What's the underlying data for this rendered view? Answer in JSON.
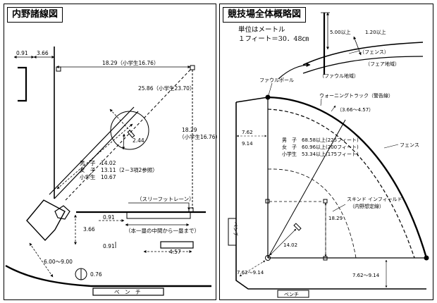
{
  "panels": {
    "left": {
      "title": "内野諸線図",
      "labels": {
        "d_091_top": "0.91",
        "d_366_top": "3.66",
        "d_1829_top": "18.29（小学生16.76）",
        "d_2586": "25.86（小学生23.70）",
        "d_1829_right": "18.29",
        "d_1829_right_sub": "（小学生16.76）",
        "d_244": "2.44",
        "pitch_male": "男　子　14.02",
        "pitch_female": "女　子　13.11（2－3項2参照）",
        "pitch_child": "小学生　10.67",
        "three_foot_lane": "（スリーフットレーン）",
        "d_091_mid": "0.91",
        "d_366_left": "3.66",
        "lane_note": "（本一塁の中間から一塁まで）",
        "d_091_low": "0.91",
        "d_457": "4.57",
        "d_600_900": "6.00～9.00",
        "d_076": "0.76",
        "bench": "ベ　ン　チ"
      }
    },
    "right": {
      "title": "競技場全体概略図",
      "unit_line1": "単位はメートル",
      "unit_line2": "１フィート＝30．48㎝",
      "labels": {
        "d_500": "5.00以上",
        "d_120": "1.20以上",
        "fence_detail": "（フェンス）",
        "fair_territory": "（フェア地域）",
        "foul_territory": "（ファウル地域）",
        "foul_pole": "ファウルポール",
        "warning_track": "ウォーニングトラック（警告線）",
        "d_366_457": "（3.66～4.57）",
        "fence": "フェンス",
        "d_762_top": "7.62",
        "d_914_top": "9.14",
        "male": "男　子　68.58以上(225フィート)",
        "female": "女　子　60.96以上(200フィート)",
        "child": "小学生　53.34以上(175フィート)",
        "skinned_infield": "スキンド インフィールド",
        "infield_note": "（内野想定線）",
        "d_1829": "18.29",
        "d_1402": "14.02",
        "bench_vertical": "ベンチ",
        "d_762_914_left": "7.62～9.14",
        "d_762_914_right": "7.62～9.14",
        "bench_bottom": "ベンチ"
      }
    }
  }
}
